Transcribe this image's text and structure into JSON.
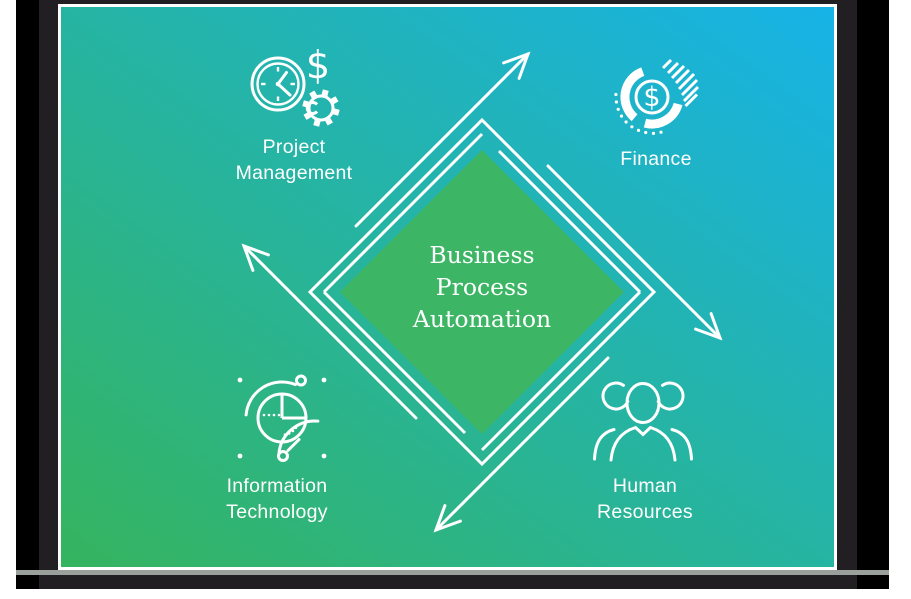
{
  "frame": {
    "type": "monitor-mockup"
  },
  "center": {
    "line1": "Business",
    "line2": "Process",
    "line3": "Automation"
  },
  "quadrants": {
    "top_left": {
      "line1": "Project",
      "line2": "Management",
      "icon": "clock-dollar-gear-icon"
    },
    "top_right": {
      "line1": "Finance",
      "line2": "",
      "icon": "donut-chart-dollar-icon"
    },
    "bottom_left": {
      "line1": "Information",
      "line2": "Technology",
      "icon": "pie-chart-orbit-icon"
    },
    "bottom_right": {
      "line1": "Human",
      "line2": "Resources",
      "icon": "people-group-icon"
    }
  },
  "glyphs": {
    "dollar": "$"
  },
  "colors": {
    "gradient_start": "#35b45e",
    "gradient_end": "#17b3e7",
    "diamond_fill": "#3cb564",
    "line": "#ffffff",
    "bezel": "#221f23",
    "bezel_edge": "#000000",
    "trim": "#9aa09b",
    "page_bg": "#ffffff",
    "text": "#ffffff"
  }
}
